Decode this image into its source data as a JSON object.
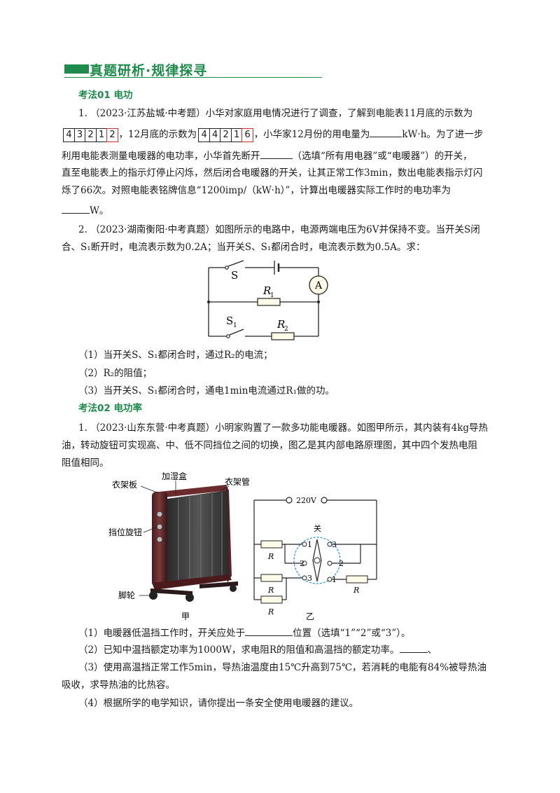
{
  "header": {
    "title": "真题研析·规律探寻"
  },
  "sec1": {
    "title": "考法01  电功"
  },
  "q1": {
    "l1": "1. （2023·江苏盐城·中考题）小华对家庭用电情况进行了调查，了解到电能表11月底的示数为",
    "digits_a": [
      "4",
      "3",
      "2",
      "1",
      "2"
    ],
    "l2_mid": "，12月底的示数为",
    "digits_b": [
      "4",
      "4",
      "2",
      "1",
      "6"
    ],
    "l2_end_a": "，小华家12月份的用电量为",
    "l2_end_b": "kW·h。为了进一步",
    "l3_a": "利用电能表测量电暖器的电功率，小华首先断开",
    "l3_b": "（选填“所有用电器”或“电暖器”）的开关，",
    "l4": "直至电能表上的指示灯停止闪烁，然后闭合电暖器的开关，让其正常工作3min，数出电能表指示灯闪",
    "l5": "烁了66次。对照电能表铭牌信息“1200imp/（kW·h）”，计算出电暖器实际工作时的电功率为",
    "l6": "W。"
  },
  "q2": {
    "l1": "2. （2023·湖南衡阳·中考真题）如图所示的电路中，电源两端电压为6V并保持不变。当开关S闭",
    "l2": "合、S₁断开时，电流表示数为0.2A；当开关S、S₁都闭合时，电流表示数为0.5A。求：",
    "circuit": {
      "s": "S",
      "a": "A",
      "r1": "R",
      "r1_sub": "1",
      "s1": "S",
      "s1_sub": "1",
      "r2": "R",
      "r2_sub": "2"
    },
    "sub1": "（1）当开关S、S₁都闭合时，通过R₂的电流；",
    "sub2": "（2）R₂的阻值；",
    "sub3": "（3）当开关S、S₁都闭合时，通电1min电流通过R₁做的功。"
  },
  "sec2": {
    "title": "考法02  电功率"
  },
  "q3": {
    "l1": "1. （2023·山东东营·中考真题）小明家购置了一款多功能电暖器。如图甲所示，其内装有4kg导热",
    "l2": "油，转动旋钮可实现高、中、低不同挡位之间的切换，图乙是其内部电路原理图，其中四个发热电阻",
    "l3": "阻值相同。",
    "heater_labels": {
      "rack_board": "衣架板",
      "humidifier": "加湿盒",
      "rack_tube": "衣架管",
      "knob": "挡位旋钮",
      "wheel": "脚轮"
    },
    "fig_a": "甲",
    "fig_b": "乙",
    "circuit_b": {
      "voltage": "220V",
      "off": "关",
      "r": "R",
      "n1": "1",
      "n2": "2",
      "n3": "3"
    },
    "sub1_a": "（1）电暖器低温挡工作时，开关应处于",
    "sub1_b": "位置（选填“1”“2”或“3”）。",
    "sub2": "（2）已知中温挡额定功率为1000W，求电阻R的阻值和高温挡的额定功率。",
    "sub2_tail": "、",
    "sub3_a": "（3）使用高温挡正常工作5min，导热油温度由15℃升高到75℃，若消耗的电能有84%被导热油",
    "sub3_b": "吸收，求导热油的比热容。",
    "sub4": "（4）根据所学的电学知识，请你提出一条安全使用电暖器的建议。"
  }
}
